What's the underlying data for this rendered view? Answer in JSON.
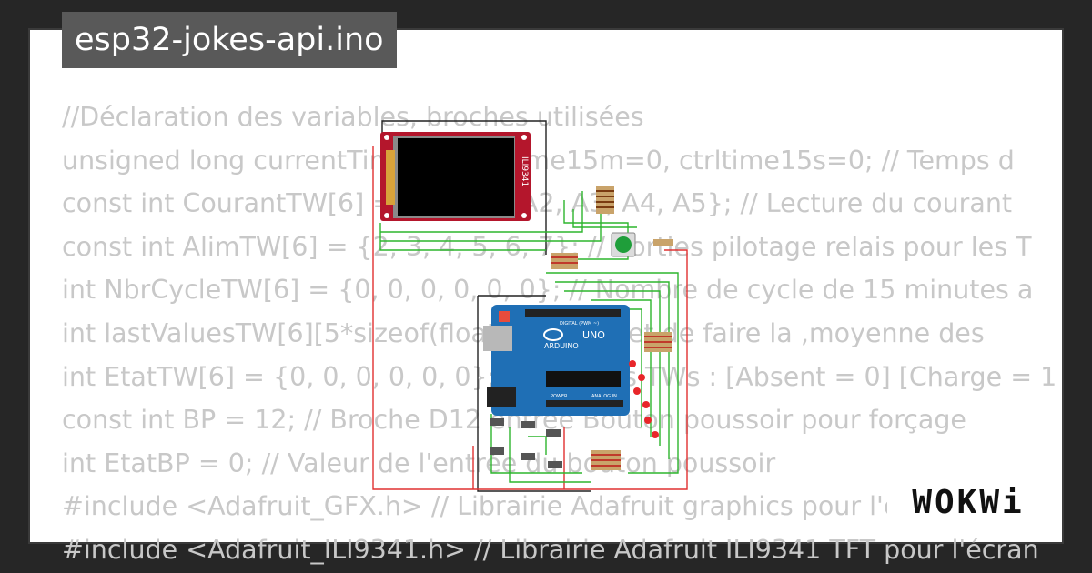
{
  "title": "esp32-jokes-api.ino",
  "code_lines": [
    "//Déclaration des variables, broches utilisées",
    "unsigned long currentTime=0, ctrltime15m=0, ctrltime15s=0; // Temps d",
    "const int CourantTW[6] = {A0, A1, A2, A3, A4, A5}; // Lecture du courant",
    "const int AlimTW[6] = {2, 3, 4, 5, 6, 7}; // Sorties pilotage relais pour les T",
    "int NbrCycleTW[6] = {0, 0, 0, 0, 0, 0}; // Nombre de cycle de 15 minutes a",
    "int lastValuesTW[6][5*sizeof(float)]; // permet de faire la ,moyenne des",
    "int EtatTW[6] = {0, 0, 0, 0, 0, 0}; // Etat des TWs : [Absent = 0] [Charge = 1",
    "const int BP = 12; // Broche D12 entrée Bouton poussoir pour forçage",
    "int EtatBP = 0; // Valeur de l'entrée du bouton poussoir",
    "#include <Adafruit_GFX.h> // Librairie Adafruit graphics pour l'écran LCD",
    "#include <Adafruit_ILI9341.h> // Librairie Adafruit ILI9341 TFT pour l'écran"
  ],
  "circuit": {
    "display_label": "ILI9341",
    "board_brand": "ARDUINO",
    "board_model": "UNO",
    "digital_label": "DIGITAL (PWM ~)",
    "analog_label": "ANALOG IN",
    "power_label": "POWER",
    "colors": {
      "wire_green": "#2db52d",
      "wire_red": "#e03030",
      "wire_black": "#222222",
      "board_blue": "#1f6fb5",
      "display_pcb": "#b4162c",
      "button_green": "#1f9e3a",
      "led_red": "#e8262a"
    }
  },
  "brand": {
    "logo_text": "WOKWi"
  }
}
